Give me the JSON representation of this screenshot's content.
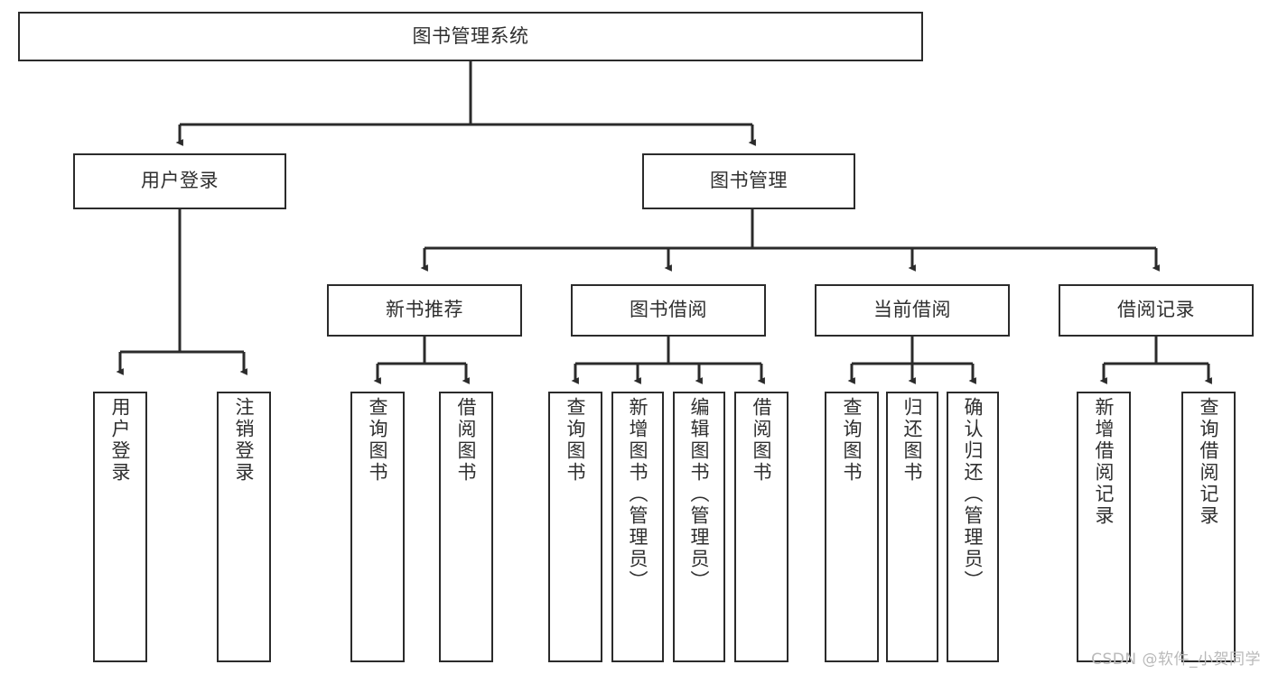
{
  "diagram": {
    "title": "图书管理系统",
    "type": "tree-hierarchy",
    "watermark": "CSDN @软件_小贺同学",
    "colors": {
      "box_border": "#2b2b2b",
      "box_fill": "#ffffff",
      "connector": "#2b2b2b",
      "text": "#2f2f2f",
      "watermark": "#b9b9b9",
      "background": "#ffffff"
    },
    "nodes": {
      "root": {
        "label": "图书管理系统"
      },
      "level2": [
        {
          "id": "user-login",
          "label": "用户登录"
        },
        {
          "id": "book-manage",
          "label": "图书管理"
        }
      ],
      "level3": [
        {
          "id": "new-book-recommend",
          "label": "新书推荐"
        },
        {
          "id": "book-borrow",
          "label": "图书借阅"
        },
        {
          "id": "current-borrow",
          "label": "当前借阅"
        },
        {
          "id": "borrow-record",
          "label": "借阅记录"
        }
      ],
      "leaves": {
        "user_login": [
          {
            "id": "leaf-user-login",
            "label": "用户登录"
          },
          {
            "id": "leaf-logout-login",
            "label": "注销登录"
          }
        ],
        "new_book_recommend": [
          {
            "id": "leaf-query-book-1",
            "label": "查询图书"
          },
          {
            "id": "leaf-borrow-book-1",
            "label": "借阅图书"
          }
        ],
        "book_borrow": [
          {
            "id": "leaf-query-book-2",
            "label": "查询图书"
          },
          {
            "id": "leaf-add-book",
            "label": "新增图书（管理员）"
          },
          {
            "id": "leaf-edit-book",
            "label": "编辑图书（管理员）"
          },
          {
            "id": "leaf-borrow-book-2",
            "label": "借阅图书"
          }
        ],
        "current_borrow": [
          {
            "id": "leaf-query-book-3",
            "label": "查询图书"
          },
          {
            "id": "leaf-return-book",
            "label": "归还图书"
          },
          {
            "id": "leaf-confirm-return",
            "label": "确认归还（管理员）"
          }
        ],
        "borrow_record": [
          {
            "id": "leaf-add-record",
            "label": "新增借阅记录"
          },
          {
            "id": "leaf-query-record",
            "label": "查询借阅记录"
          }
        ]
      }
    }
  }
}
